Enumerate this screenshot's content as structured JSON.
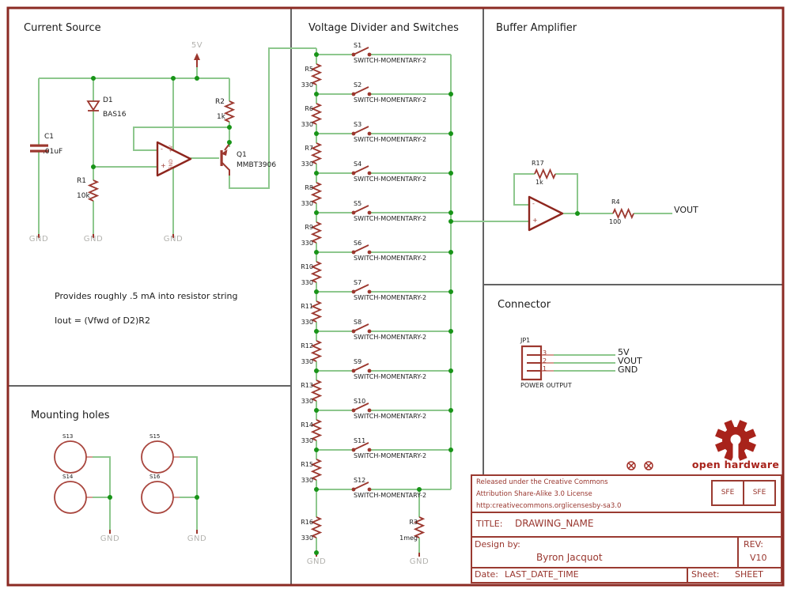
{
  "labels": {
    "gnd": "GND",
    "v5": "5V"
  },
  "current_source": {
    "title": "Current Source",
    "note1": "Provides roughly .5 mA into resistor string",
    "note2": "Iout = (Vfwd of D2)R2",
    "c1": {
      "name": "C1",
      "value": ".01uF"
    },
    "d1": {
      "name": "D1",
      "value": "BAS16"
    },
    "r1": {
      "name": "R1",
      "value": "10k"
    },
    "r2": {
      "name": "R2",
      "value": "1k"
    },
    "q1": {
      "name": "Q1",
      "value": "MMBT3906"
    },
    "opamp": {
      "minus": "-",
      "plus": "+",
      "vplus": "+V",
      "gnd_pin": "GND"
    }
  },
  "divider": {
    "title": "Voltage Divider and Switches",
    "switch_type": "SWITCH-MOMENTARY-2",
    "switches": [
      {
        "name": "S1"
      },
      {
        "name": "S2"
      },
      {
        "name": "S3"
      },
      {
        "name": "S4"
      },
      {
        "name": "S5"
      },
      {
        "name": "S6"
      },
      {
        "name": "S7"
      },
      {
        "name": "S8"
      },
      {
        "name": "S9"
      },
      {
        "name": "S10"
      },
      {
        "name": "S11"
      },
      {
        "name": "S12"
      }
    ],
    "resistors": [
      {
        "name": "R5",
        "value": "330"
      },
      {
        "name": "R6",
        "value": "330"
      },
      {
        "name": "R7",
        "value": "330"
      },
      {
        "name": "R8",
        "value": "330"
      },
      {
        "name": "R9",
        "value": "330"
      },
      {
        "name": "R10",
        "value": "330"
      },
      {
        "name": "R11",
        "value": "330"
      },
      {
        "name": "R12",
        "value": "330"
      },
      {
        "name": "R13",
        "value": "330"
      },
      {
        "name": "R14",
        "value": "330"
      },
      {
        "name": "R15",
        "value": "330"
      },
      {
        "name": "R16",
        "value": "330"
      }
    ],
    "r3": {
      "name": "R3",
      "value": "1meg"
    }
  },
  "buffer": {
    "title": "Buffer Amplifier",
    "r17": {
      "name": "R17",
      "value": "1k"
    },
    "r4": {
      "name": "R4",
      "value": "100"
    },
    "vout": "VOUT",
    "opamp": {
      "minus": "-",
      "plus": "+"
    }
  },
  "connector": {
    "title": "Connector",
    "refdes": "JP1",
    "caption": "POWER OUTPUT",
    "pins": [
      {
        "num": "3",
        "label": "5V"
      },
      {
        "num": "2",
        "label": "VOUT"
      },
      {
        "num": "1",
        "label": "GND"
      }
    ]
  },
  "mounting": {
    "title": "Mounting holes",
    "holes": [
      {
        "name": "S13"
      },
      {
        "name": "S14"
      },
      {
        "name": "S15"
      },
      {
        "name": "S16"
      }
    ]
  },
  "logo": {
    "text": "open hardware"
  },
  "titleblock": {
    "license1": "Released under the Creative Commons",
    "license2": "Attribution Share-Alike 3.0 License",
    "license3": "http:creativecommons.orglicensesby-sa3.0",
    "sfe_left": "SFE",
    "sfe_right": "SFE",
    "title_label": "TITLE:",
    "title_value": "DRAWING_NAME",
    "design_label": "Design by:",
    "design_value": "Byron Jacquot",
    "rev_label": "REV:",
    "rev_value": "V10",
    "date_label": "Date:",
    "date_value": "LAST_DATE_TIME",
    "sheet_label": "Sheet:",
    "sheet_value": "SHEET"
  }
}
